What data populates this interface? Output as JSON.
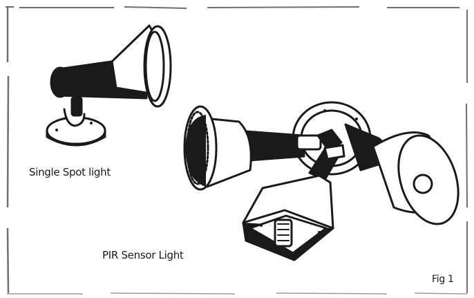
{
  "labels": {
    "single_spot": "Single Spot light",
    "pir_sensor": "PIR Sensor Light",
    "figure": "Fig 1"
  },
  "colors": {
    "ink": "#1a1a1a",
    "paper": "#ffffff",
    "border": "#6f6f6f"
  },
  "icons": [
    "single-spot-light-icon",
    "pir-sensor-light-icon"
  ]
}
